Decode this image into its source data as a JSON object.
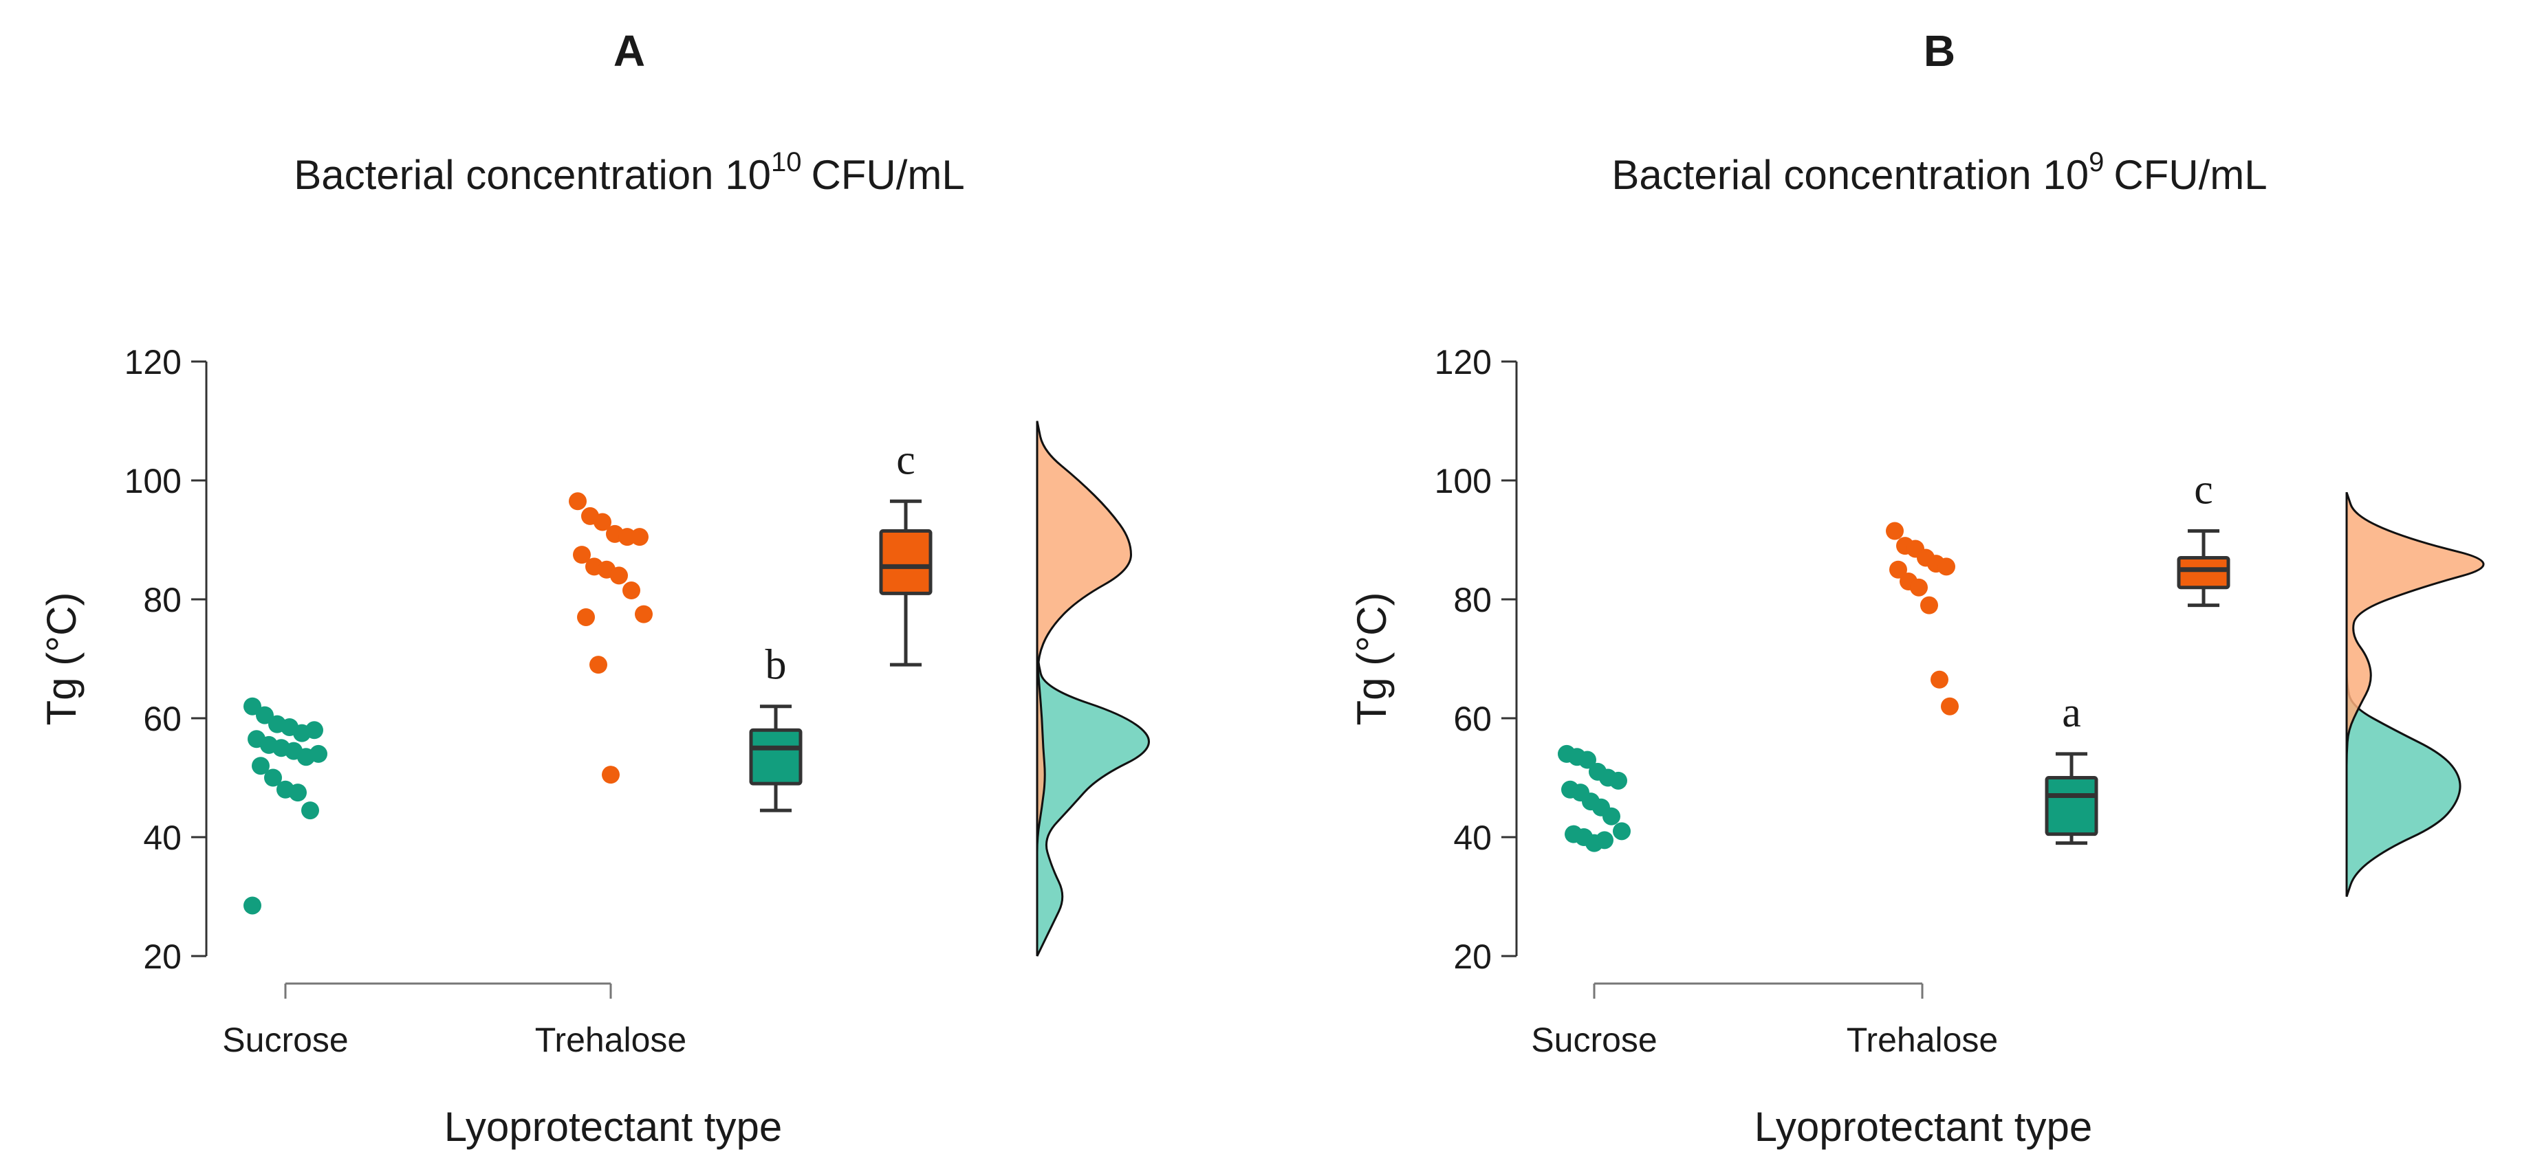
{
  "chart_data": [
    {
      "type": "raincloud",
      "panel_letter": "A",
      "title": "Bacterial concentration 10",
      "title_superscript": "10",
      "title_unit": "CFU/mL",
      "xlabel": "Lyoprotectant type",
      "ylabel": "Tg (°C)",
      "ylim": [
        20,
        120
      ],
      "yticks": [
        "20",
        "40",
        "60",
        "80",
        "100",
        "120"
      ],
      "categories": [
        "Sucrose",
        "Trehalose"
      ],
      "grid": false,
      "colors": {
        "Sucrose": "#129e7e",
        "Trehalose": "#f05f0d",
        "Sucrose_density": "#66cfb8",
        "Trehalose_density": "#fcae7c"
      },
      "points": {
        "Sucrose": [
          62,
          60.5,
          59,
          58.5,
          57.5,
          58,
          56.5,
          55.5,
          55,
          54.5,
          53.5,
          54,
          52,
          50,
          48,
          47.5,
          44.5,
          28.5
        ],
        "Trehalose": [
          96.5,
          94,
          93,
          91,
          90.5,
          90.5,
          87.5,
          85.5,
          85,
          84,
          81.5,
          77.5,
          77,
          69,
          50.5
        ]
      },
      "boxes": {
        "Sucrose": {
          "whisker_low": 44.5,
          "q1": 49,
          "median": 55,
          "q3": 58,
          "whisker_high": 62
        },
        "Trehalose": {
          "whisker_low": 69,
          "q1": 81,
          "median": 85.5,
          "q3": 91.5,
          "whisker_high": 96.5
        }
      },
      "density": {
        "y": [
          20,
          25,
          30,
          35,
          40,
          45,
          50,
          55,
          60,
          65,
          70,
          75,
          80,
          85,
          90,
          95,
          100,
          105,
          110
        ],
        "Sucrose": [
          0.0,
          0.12,
          0.24,
          0.12,
          0.05,
          0.28,
          0.5,
          1.0,
          0.8,
          0.06,
          0.0,
          0.0,
          0.0,
          0.0,
          0.0,
          0.0,
          0.0,
          0.0,
          0.0
        ],
        "Trehalose": [
          0.0,
          0.0,
          0.0,
          0.0,
          0.0,
          0.04,
          0.07,
          0.05,
          0.04,
          0.02,
          0.0,
          0.1,
          0.34,
          0.78,
          0.78,
          0.6,
          0.35,
          0.05,
          0.0
        ]
      },
      "significance": {
        "Sucrose": "b",
        "Trehalose": "c"
      }
    },
    {
      "type": "raincloud",
      "panel_letter": "B",
      "title": "Bacterial concentration 10",
      "title_superscript": "9",
      "title_unit": "CFU/mL",
      "xlabel": "Lyoprotectant type",
      "ylabel": "Tg (°C)",
      "ylim": [
        20,
        120
      ],
      "yticks": [
        "20",
        "40",
        "60",
        "80",
        "100",
        "120"
      ],
      "categories": [
        "Sucrose",
        "Trehalose"
      ],
      "grid": false,
      "colors": {
        "Sucrose": "#129e7e",
        "Trehalose": "#f05f0d",
        "Sucrose_density": "#66cfb8",
        "Trehalose_density": "#fcae7c"
      },
      "points": {
        "Sucrose": [
          54,
          53.5,
          53,
          51,
          50,
          49.5,
          48,
          47.5,
          46,
          45,
          43.5,
          41,
          40.5,
          40,
          39,
          39.5
        ],
        "Trehalose": [
          91.5,
          89,
          88.5,
          87,
          86,
          85.5,
          85,
          83,
          82,
          79,
          66.5,
          62
        ]
      },
      "boxes": {
        "Sucrose": {
          "whisker_low": 39,
          "q1": 40.5,
          "median": 47,
          "q3": 50,
          "whisker_high": 54
        },
        "Trehalose": {
          "whisker_low": 79,
          "q1": 82,
          "median": 85,
          "q3": 87,
          "whisker_high": 91.5
        }
      },
      "density": {
        "y": [
          30,
          34,
          38,
          42,
          46,
          50,
          54,
          58,
          62,
          66,
          70,
          74,
          78,
          82,
          86,
          90,
          94,
          98
        ],
        "Sucrose": [
          0.0,
          0.05,
          0.25,
          0.57,
          0.7,
          0.72,
          0.6,
          0.3,
          0.03,
          0.0,
          0.0,
          0.0,
          0.0,
          0.0,
          0.0,
          0.0,
          0.0,
          0.0
        ],
        "Trehalose": [
          0.0,
          0.0,
          0.0,
          0.0,
          0.0,
          0.0,
          0.0,
          0.01,
          0.08,
          0.16,
          0.14,
          0.03,
          0.06,
          0.46,
          1.0,
          0.4,
          0.05,
          0.0
        ]
      },
      "significance": {
        "Sucrose": "a",
        "Trehalose": "c"
      }
    }
  ]
}
